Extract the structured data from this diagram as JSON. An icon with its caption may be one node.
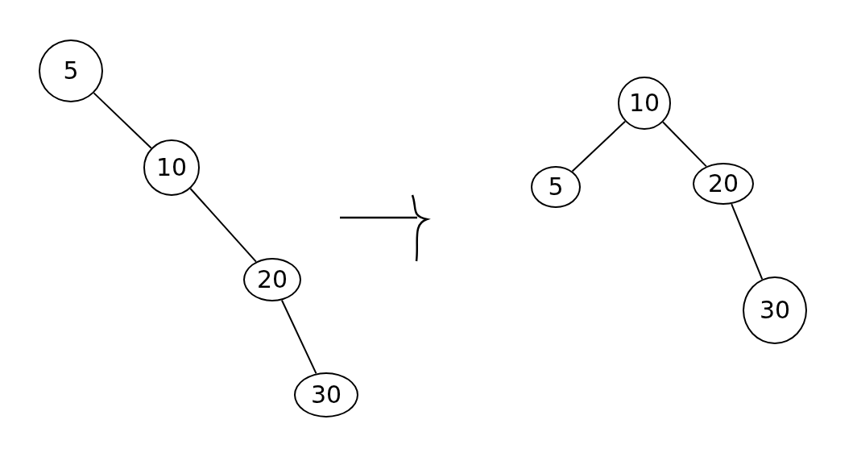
{
  "diagram": {
    "nodes": [
      {
        "text": [
          "5"
        ]
      },
      {
        "text": [
          "10"
        ]
      },
      {
        "text": [
          "20"
        ]
      },
      {
        "text": [
          "30"
        ]
      },
      {
        "text": [
          "10"
        ]
      },
      {
        "text": [
          "5"
        ]
      },
      {
        "text": [
          "20"
        ]
      },
      {
        "text": [
          "30"
        ]
      }
    ],
    "edges": [
      {
        "from": 0,
        "to": 1,
        "arrow": "none"
      },
      {
        "from": 1,
        "to": 2,
        "arrow": "none"
      },
      {
        "from": 2,
        "to": 3,
        "arrow": "none"
      },
      {
        "from": 4,
        "to": 5,
        "arrow": "none"
      },
      {
        "from": 4,
        "to": 6,
        "arrow": "none"
      },
      {
        "from": 6,
        "to": 7,
        "arrow": "none"
      }
    ]
  }
}
